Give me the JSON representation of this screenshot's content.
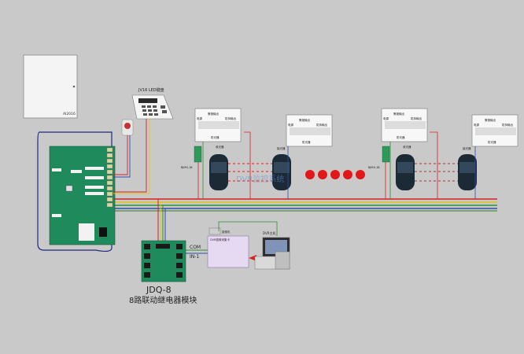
{
  "panel": {
    "model": "AI2016"
  },
  "keypad": {
    "label": "JV16 LED键盘"
  },
  "detectors": [
    {
      "module": "BJMX-1B",
      "term_top": "警报输出",
      "term_left": "电源",
      "term_right": "防拆输出",
      "term_bottom": "防光器",
      "unit": "收光器"
    },
    {
      "term_top": "警报输出",
      "term_left": "电源",
      "term_right": "防拆输出",
      "term_bottom": "防光器",
      "unit": "接光器"
    },
    {
      "module": "BJMX-1B",
      "term_top": "警报输出",
      "term_left": "电源",
      "term_right": "防拆输出",
      "term_bottom": "防光器",
      "unit": "收光器"
    },
    {
      "term_top": "警报输出",
      "term_left": "电源",
      "term_right": "防拆输出",
      "term_bottom": "防光器",
      "unit": "接光器"
    }
  ],
  "watermark": "DVR监控系统",
  "relay": {
    "com": "COM",
    "in": "IN-1",
    "model": "JDQ-8",
    "name": "8路联动继电器模块"
  },
  "dvr": {
    "card_label": "DVR图像采集卡",
    "camera_label": "摄像机",
    "host_label": "DVR主机"
  },
  "colors": {
    "bg": "#c9c9c9",
    "board": "#1f8a5c",
    "wire_red": "#d62020",
    "wire_yellow": "#e3c21a",
    "wire_green": "#2f8f2f",
    "wire_blue": "#2a4fb0"
  }
}
